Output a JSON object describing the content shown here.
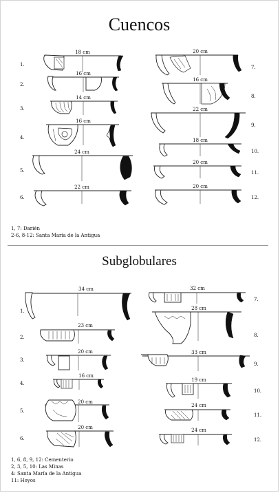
{
  "title": "Cuencos",
  "subtitle": "Subglobulares",
  "cuencos": {
    "left": [
      {
        "num": "1.",
        "size": "18 cm"
      },
      {
        "num": "2.",
        "size": "16 cm"
      },
      {
        "num": "3.",
        "size": "14 cm"
      },
      {
        "num": "4.",
        "size": "16 cm"
      },
      {
        "num": "5.",
        "size": "24 cm"
      },
      {
        "num": "6.",
        "size": "22 cm"
      }
    ],
    "right": [
      {
        "num": "7.",
        "size": "20 cm"
      },
      {
        "num": "8.",
        "size": "16 cm"
      },
      {
        "num": "9.",
        "size": "22 cm"
      },
      {
        "num": "10.",
        "size": "18 cm"
      },
      {
        "num": "11.",
        "size": "20 cm"
      },
      {
        "num": "12.",
        "size": "20 cm"
      }
    ],
    "legend": [
      "1, 7: Darién",
      "2-6, 8-12: Santa María de la Antigua"
    ]
  },
  "subglobulares": {
    "left": [
      {
        "num": "1.",
        "size": "34 cm"
      },
      {
        "num": "2.",
        "size": "23 cm"
      },
      {
        "num": "3.",
        "size": "20 cm"
      },
      {
        "num": "4.",
        "size": "16 cm"
      },
      {
        "num": "5.",
        "size": "20 cm"
      },
      {
        "num": "6.",
        "size": "20 cm"
      }
    ],
    "right": [
      {
        "num": "7.",
        "size": "32 cm"
      },
      {
        "num": "8.",
        "size": "28 cm"
      },
      {
        "num": "9.",
        "size": "33 cm"
      },
      {
        "num": "10.",
        "size": "19 cm"
      },
      {
        "num": "11.",
        "size": "24 cm"
      },
      {
        "num": "12.",
        "size": "24 cm"
      }
    ],
    "legend": [
      "1, 6, 8, 9, 12: Cementerio",
      "2, 3, 5, 10: Las Minas",
      "4: Santa María de la Antigua",
      "11: Hoyos"
    ]
  }
}
